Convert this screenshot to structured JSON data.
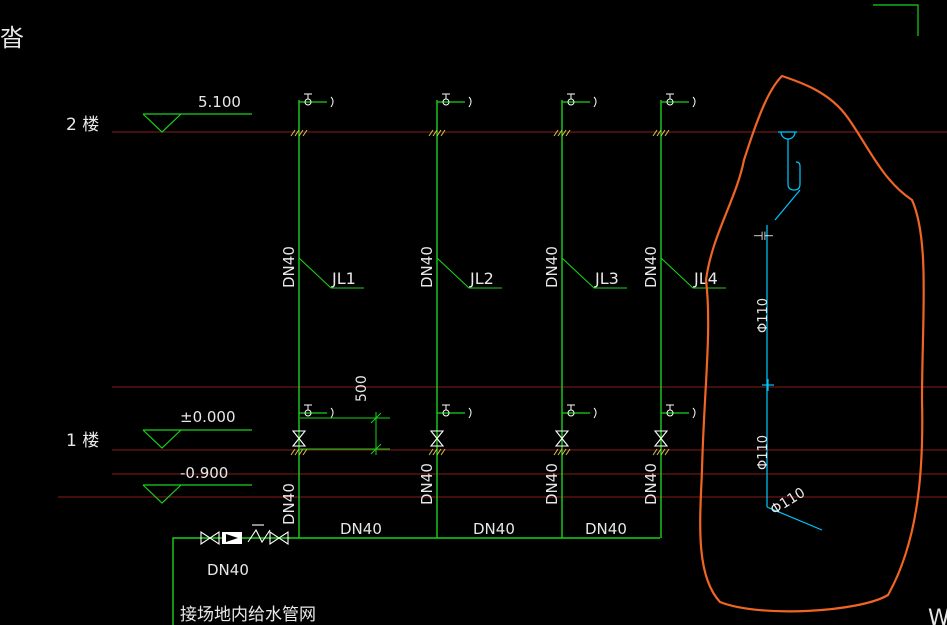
{
  "colors": {
    "background": "#000000",
    "pipe": "#19d219",
    "valve": "#ffffff",
    "floor_line": "#8a1c1c",
    "text": "#e8e8e8",
    "drain": "#00c8ff",
    "highlight": "#f06424"
  },
  "corner_glyph": "沓",
  "floors": [
    {
      "label": "2 楼",
      "elevation": "5.100"
    },
    {
      "label": "1 楼",
      "elevation": "±0.000"
    },
    {
      "label": "",
      "elevation": "-0.900"
    }
  ],
  "risers": [
    {
      "size": "DN40",
      "tag": "JL1"
    },
    {
      "size": "DN40",
      "tag": "JL2"
    },
    {
      "size": "DN40",
      "tag": "JL3"
    },
    {
      "size": "DN40",
      "tag": "JL4"
    }
  ],
  "dimension_500": "500",
  "main_pipe_sizes": [
    "DN40",
    "DN40",
    "DN40"
  ],
  "lower_riser_sizes": [
    "DN40",
    "DN40",
    "DN40",
    "DN40"
  ],
  "inlet_size": "DN40",
  "inlet_note": "接场地内给水管网",
  "drain_labels": [
    "Φ110",
    "Φ110",
    "Φ110"
  ],
  "edge_glyph": "W"
}
